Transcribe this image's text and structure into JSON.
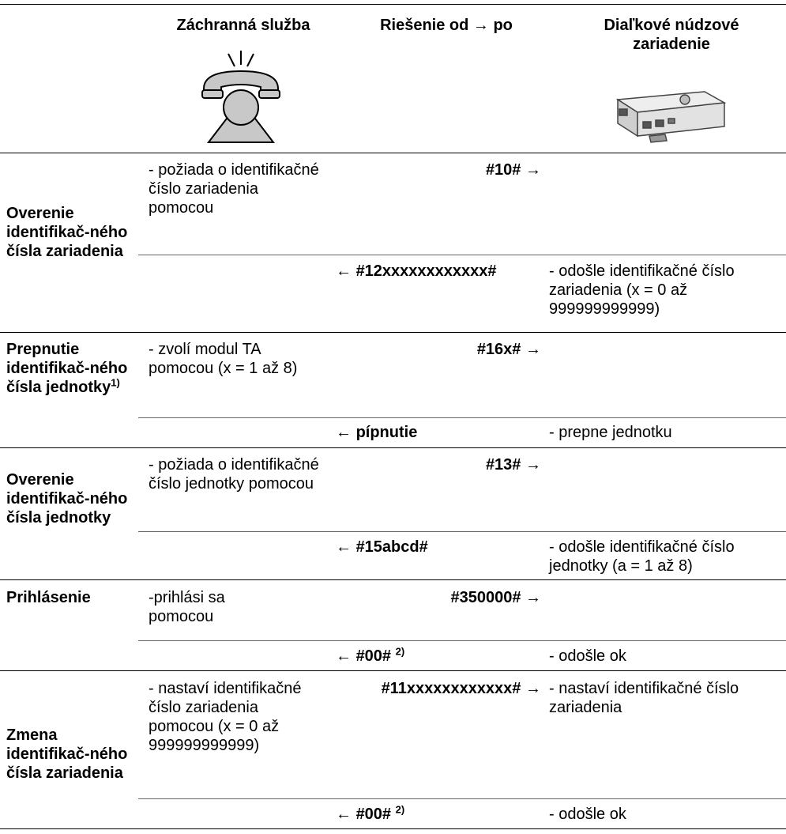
{
  "header": {
    "col_emergency": "Záchranná služba",
    "col_solution": "Riešenie od → po",
    "col_remote": "Diaľkové núdzové zariadenie"
  },
  "icons": {
    "emergency": "telephone-icon",
    "remote": "emergency-device-icon"
  },
  "rows": [
    {
      "label": "Overenie identifikač-ného čísla zariadenia",
      "steps": [
        {
          "emergency": "- požiada o identifikačné číslo zariadenia pomocou",
          "code": "#10#",
          "arrow": "→",
          "direction": "right",
          "remote": ""
        },
        {
          "emergency": "",
          "code": "#12xxxxxxxxxxxx#",
          "arrow": "←",
          "direction": "left",
          "remote": "- odošle identifikačné číslo zariadenia (x = 0 až 999999999999)"
        }
      ]
    },
    {
      "label": "Prepnutie identifikač-ného čísla jednotky",
      "label_sup": "1)",
      "steps": [
        {
          "emergency": "- zvolí modul TA pomocou (x = 1 až 8)",
          "code": "#16x#",
          "arrow": "→",
          "direction": "right",
          "remote": ""
        },
        {
          "emergency": "",
          "code": "pípnutie",
          "arrow": "←",
          "direction": "left",
          "remote": "- prepne jednotku"
        }
      ]
    },
    {
      "label": "Overenie identifikač-ného čísla jednotky",
      "steps": [
        {
          "emergency": "- požiada o identifikačné číslo jednotky pomocou",
          "code": "#13#",
          "arrow": "→",
          "direction": "right",
          "remote": ""
        },
        {
          "emergency": "",
          "code": "#15abcd#",
          "arrow": "←",
          "direction": "left",
          "remote": "- odošle identifikačné číslo jednotky (a = 1 až 8)"
        }
      ]
    },
    {
      "label": "Prihlásenie",
      "steps": [
        {
          "emergency": "-prihlási sa pomocou",
          "code": "#350000#",
          "arrow": "→",
          "direction": "right",
          "remote": ""
        },
        {
          "emergency": "",
          "code": "#00#",
          "code_sup": "2)",
          "arrow": "←",
          "direction": "left",
          "remote": "- odošle ok"
        }
      ]
    },
    {
      "label": "Zmena identifikač-ného čísla zariadenia",
      "steps": [
        {
          "emergency": "- nastaví identifikačné číslo zariadenia pomocou (x = 0 až 999999999999)",
          "code": "#11xxxxxxxxxxxx#",
          "arrow": "→",
          "direction": "right",
          "remote": "- nastaví identifikačné číslo zariadenia"
        },
        {
          "emergency": "",
          "code": "#00#",
          "code_sup": "2)",
          "arrow": "←",
          "direction": "left",
          "remote": "- odošle ok"
        }
      ]
    }
  ]
}
